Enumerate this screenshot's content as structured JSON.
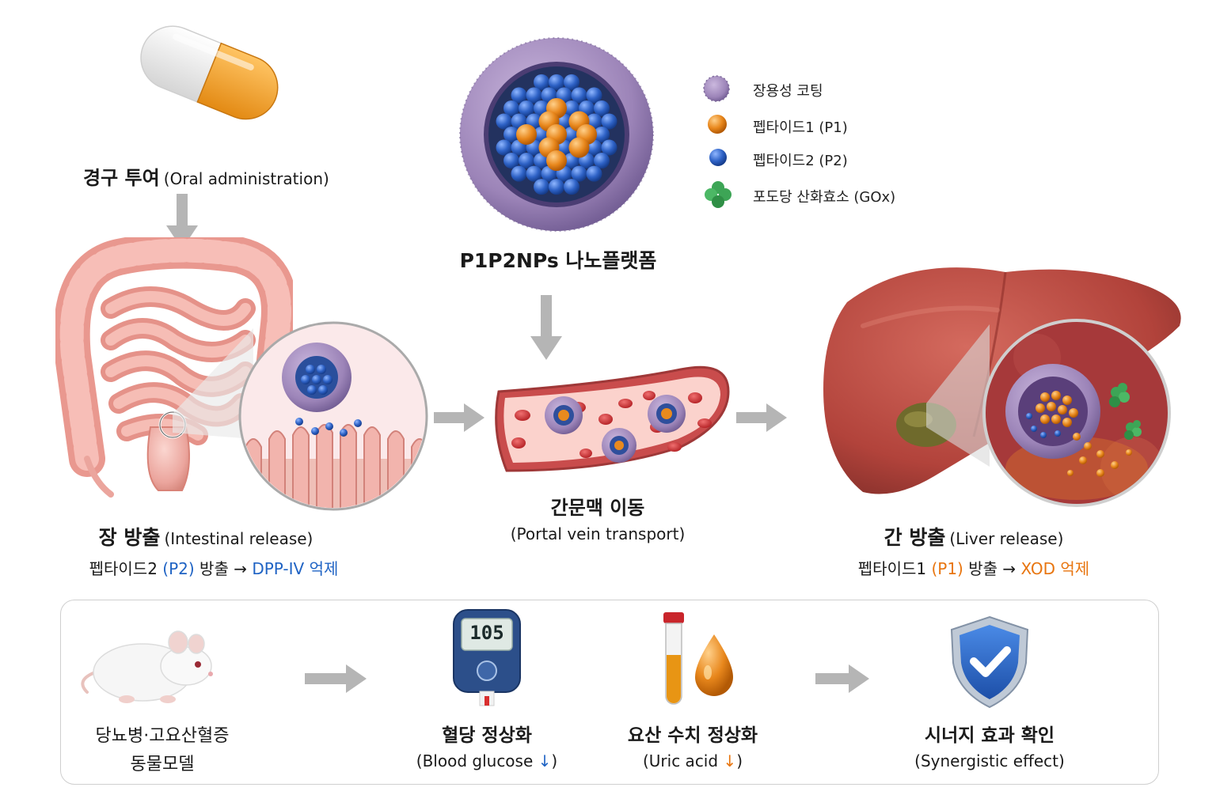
{
  "oral": {
    "title_ko": "경구 투여",
    "title_en": "(Oral administration)"
  },
  "platform": {
    "title": "P1P2NPs 나노플랫폼"
  },
  "legend": [
    {
      "label": "장용성 코팅",
      "icon": "coating-icon",
      "color": "#a58cc0"
    },
    {
      "label": "펩타이드1 (P1)",
      "icon": "orange-sphere-icon",
      "color": "#e88a1e"
    },
    {
      "label": "펩타이드2 (P2)",
      "icon": "blue-sphere-icon",
      "color": "#2f66c8"
    },
    {
      "label": "포도당 산화효소 (GOx)",
      "icon": "green-cluster-icon",
      "color": "#3da556"
    }
  ],
  "intestinal": {
    "title_ko": "장 방출",
    "title_en": "(Intestinal release)",
    "desc_prefix": "펩타이드2 ",
    "desc_highlight": "(P2)",
    "desc_mid": " 방출 → ",
    "desc_target": "DPP-IV 억제"
  },
  "portal": {
    "title_ko": "간문맥 이동",
    "title_en": "(Portal vein transport)"
  },
  "liver": {
    "title_ko": "간 방출",
    "title_en": "(Liver release)",
    "desc_prefix": "펩타이드1 ",
    "desc_highlight": "(P1)",
    "desc_mid": " 방출 → ",
    "desc_target": "XOD 억제"
  },
  "bottom": {
    "model": {
      "line1": "당뇨병·고요산혈증",
      "line2": "동물모델"
    },
    "glucose": {
      "title_ko": "혈당 정상화",
      "title_en_pre": "(Blood glucose ",
      "arrow": "↓",
      "title_en_post": ")",
      "meter_value": "105"
    },
    "uric": {
      "title_ko": "요산 수치 정상화",
      "title_en_pre": "(Uric acid ",
      "arrow": "↓",
      "title_en_post": ")"
    },
    "synergy": {
      "title_ko": "시너지 효과 확인",
      "title_en": "(Synergistic effect)"
    }
  },
  "colors": {
    "arrow": "#b5b5b5",
    "p1": "#e88a1e",
    "p2": "#2f66c8",
    "coating": "#a58cc0",
    "tissue": "#f0b3ad",
    "liver": "#b9463e"
  }
}
